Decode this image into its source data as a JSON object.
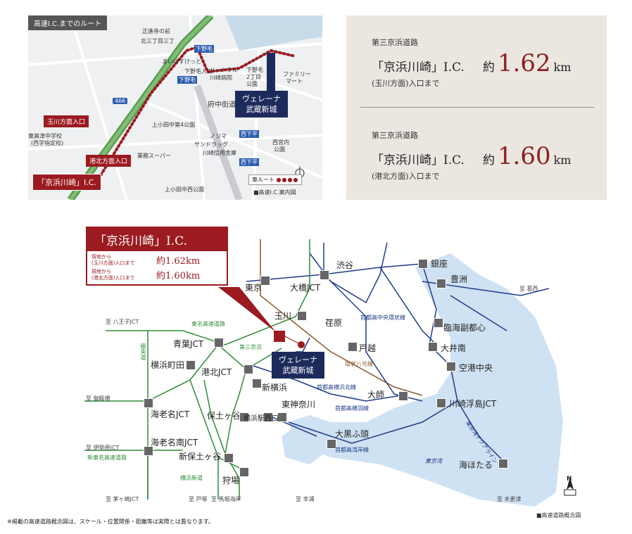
{
  "route_map": {
    "title": "高速I.C.までのルート",
    "ic_label": "「京浜川崎」I.C.",
    "tamagawa_entrance": "玉川方面入口",
    "kohoku_entrance": "港北方面入口",
    "property_name_line1": "ヴェレーナ",
    "property_name_line2": "武蔵新城",
    "legend_route": "車ルート",
    "caption": "■高速I.C.案内図",
    "route_color": "#9b1b20",
    "places": {
      "shogunzuka": "正進寺の前",
      "kitasancho": "北三丁目三丁",
      "shimonoge_signal": "下野毛",
      "mybasket": "まいばすけっと",
      "shimonoge_entrance": "下野毛入口",
      "shimonoge": "下野毛",
      "hartful": "ハートフル",
      "kawasaki_hospital": "川崎病院",
      "shimonoge_2chome": "下野毛",
      "nichome": "2丁目",
      "kouen": "公園",
      "familymart_1": "ファミリー",
      "familymart_2": "マート",
      "fuchu_kaido": "府中街道",
      "kamikodanaka_park": "上小田中第4公園",
      "higashitachu_school": "東高津中学校",
      "higashitachu_note": "(西学指定校)",
      "nojima": "ノジマ",
      "sundrug": "サンドラッグ",
      "kawasaki_shinkin": "川崎信用金庫",
      "nishikamihei": "西下平",
      "nishimiyauchi_1": "西宮内",
      "nishimiyauchi_2": "公園",
      "gyomu_super": "業務スーパー",
      "kamikodanaka_naka": "上小田中西公園",
      "nishihei_2": "西下平",
      "expressway_badge": "466"
    }
  },
  "info_panel": {
    "entries": [
      {
        "road": "第三京浜道路",
        "ic": "「京浜川崎」I.C.",
        "approx": "約",
        "distance": "1.62",
        "unit": "km",
        "direction": "(玉川方面)入口まで"
      },
      {
        "road": "第三京浜道路",
        "ic": "「京浜川崎」I.C.",
        "approx": "約",
        "distance": "1.60",
        "unit": "km",
        "direction": "(港北方面)入口まで"
      }
    ],
    "divider_color": "#9a9590"
  },
  "concept_map": {
    "callout": {
      "title": "「京浜川崎」I.C.",
      "row1_from": "現地から",
      "row1_dir": "(玉川方面)入口まで",
      "row1_dist": "約1.62km",
      "row2_from": "現地から",
      "row2_dir": "(港北方面)入口まで",
      "row2_dist": "約1.60km"
    },
    "property_line1": "ヴェレーナ",
    "property_line2": "武蔵新城",
    "nodes": {
      "shibuya": "渋谷",
      "ginza": "銀座",
      "tokyo": "東京",
      "ohashi": "大橋JCT",
      "harumi": "豊洲",
      "tamagawa": "玉川",
      "kaminoge": "荏原",
      "togoshi": "戸越",
      "rinkai": "臨海副都心",
      "oi": "大井南",
      "aobajct": "青葉JCT",
      "yokohamamachida": "横浜町田",
      "kohokujct": "港北JCT",
      "shinyokohama": "新横浜",
      "kuko": "空港中央",
      "daishi": "大師",
      "ebinajct": "海老名JCT",
      "hodogaya": "保土ヶ谷",
      "yokohamanishiguchi": "横浜駅西口",
      "higashikanagawa": "東神奈川",
      "ukishima": "川崎浮島JCT",
      "daikoku": "大黒ふ頭",
      "ebinaminamijct": "海老名南JCT",
      "shinhodogaya": "新保土ヶ谷",
      "karuba": "狩場",
      "umihotaru": "海ほたる"
    },
    "roads": {
      "tomei": "東名高速道路",
      "daisankeihin": "第三京浜",
      "kanpachi": "環状八号線",
      "shutokochuo": "首都高中央環状線",
      "hokusen": "首都高横浜北線",
      "haneda": "首都高横羽線",
      "wangan": "首都高湾岸線",
      "aqualine": "東京湾アクアライン",
      "kendo": "圏央道",
      "shintomei": "新東名高速道路",
      "yokohamashindo": "横浜新道"
    },
    "bay_label": "東京湾",
    "directions": {
      "kasai": "至 葛西",
      "hachioji": "至 八王子JCT",
      "gotemba": "至 御殿場",
      "isehara": "至 伊勢原JCT",
      "chigasaki": "至 茅ヶ崎JCT",
      "totsuka": "至 戸塚",
      "mahoribashi": "至 馬堀海岸",
      "sachiura": "至 幸浦",
      "kisarazu": "至 木更津"
    },
    "caption": "■高速道路概念図",
    "colors": {
      "green": "#2e8b3a",
      "navy": "#1e3a8a",
      "brown": "#8a5a2b",
      "water": "#cfe2f3",
      "accent": "#9b1b20"
    }
  },
  "footnote": "※掲載の高速道路概念図は、スケール・位置関係・距離等は実際とは異なります。",
  "compass_label": "N"
}
